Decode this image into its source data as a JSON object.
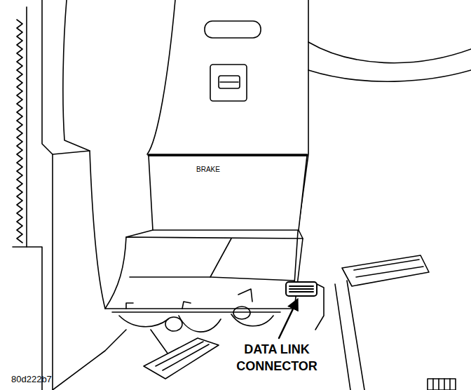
{
  "diagram": {
    "labels": [
      "BRAKE",
      "DATA LINK CONNECTOR",
      "80d222b7"
    ]
  }
}
